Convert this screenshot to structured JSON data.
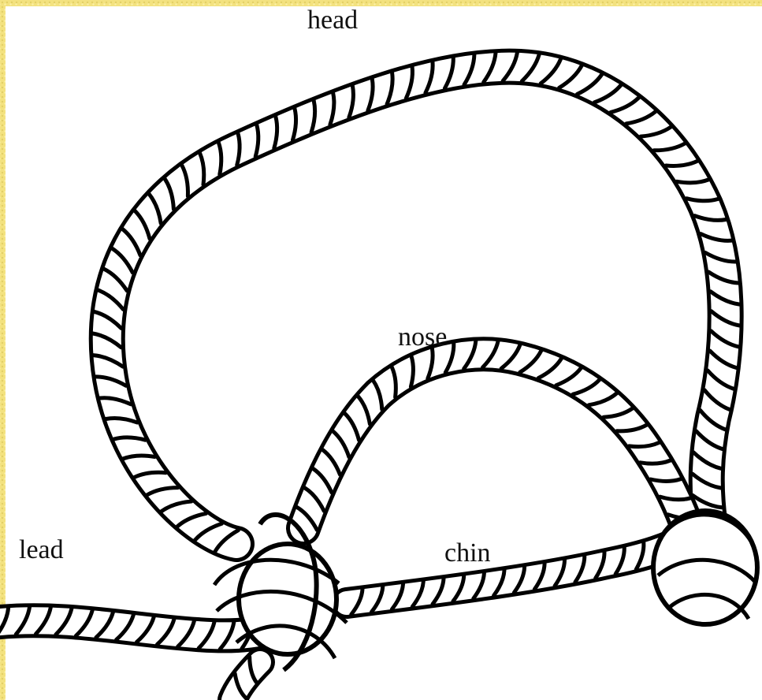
{
  "labels": {
    "head": "head",
    "nose": "nose",
    "lead": "lead",
    "chin": "chin"
  },
  "colors": {
    "border": "#f3e27f",
    "paper": "#ffffff",
    "ink": "#000000"
  }
}
